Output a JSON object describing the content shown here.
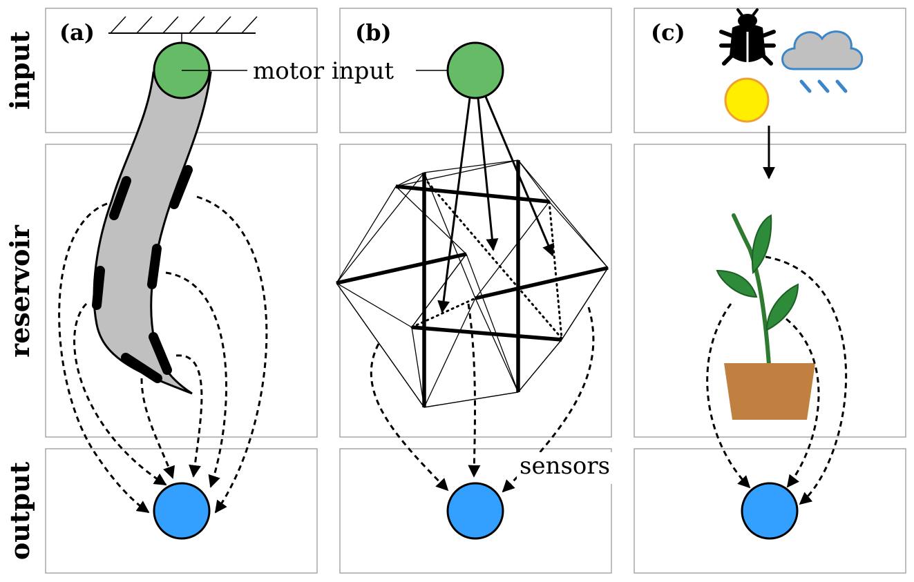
{
  "row_labels": {
    "input": "input",
    "reservoir": "reservoir",
    "output": "output"
  },
  "panels": [
    {
      "label": "(a)"
    },
    {
      "label": "(b)"
    },
    {
      "label": "(c)"
    }
  ],
  "annotations": {
    "motor_input": "motor input",
    "sensors": "sensors"
  },
  "colors": {
    "input_node": "#66bb66",
    "output_node": "#33a0ff",
    "arm_fill": "#c0c0c0",
    "sun": "#ffee00",
    "sun_stroke": "#f0a030",
    "cloud": "#c0c0c0",
    "cloud_stroke": "#3a86c8",
    "rain": "#3a86c8",
    "leaf": "#2e8b3a",
    "pot": "#c08040"
  },
  "icons": [
    "bug-icon",
    "rain-cloud-icon",
    "sun-icon",
    "plant-icon"
  ]
}
